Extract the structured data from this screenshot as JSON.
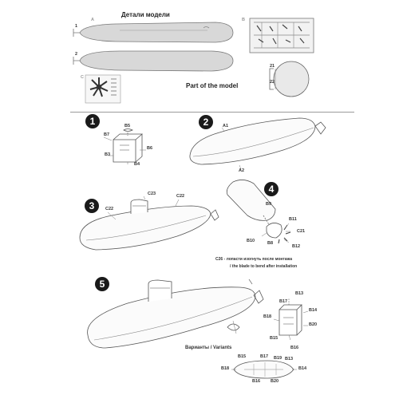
{
  "header": {
    "title_ru": "Детали модели",
    "title_en": "Part of the model"
  },
  "parts_section": {
    "sprue_markers": [
      "A",
      "B",
      "C"
    ],
    "hull_part_numbers": [
      "1",
      "2"
    ],
    "disk_labels": [
      "21",
      "22"
    ]
  },
  "steps": [
    "1",
    "2",
    "3",
    "4",
    "5"
  ],
  "step1_parts": [
    "B5",
    "B7",
    "B6",
    "B3",
    "B4"
  ],
  "step2_parts": [
    "A1",
    "A2"
  ],
  "step3_parts": [
    "C23",
    "C22",
    "C22"
  ],
  "step4_parts": [
    "B9",
    "B11",
    "B10",
    "B8",
    "C21",
    "B12"
  ],
  "note": {
    "line_ru": "C26 - лопасти изогнуть после монтажа",
    "line_en": "/ the blade to bend after installation"
  },
  "step5_parts": [
    "B13",
    "B17",
    "B14",
    "B20",
    "B15",
    "B16",
    "B18"
  ],
  "variants": {
    "label": "Варианты / Variants",
    "top_labels": [
      "B15",
      "B17",
      "B19",
      "B13"
    ],
    "side_labels": [
      "B18",
      "B14"
    ],
    "bottom_labels": [
      "B16",
      "B20"
    ]
  }
}
